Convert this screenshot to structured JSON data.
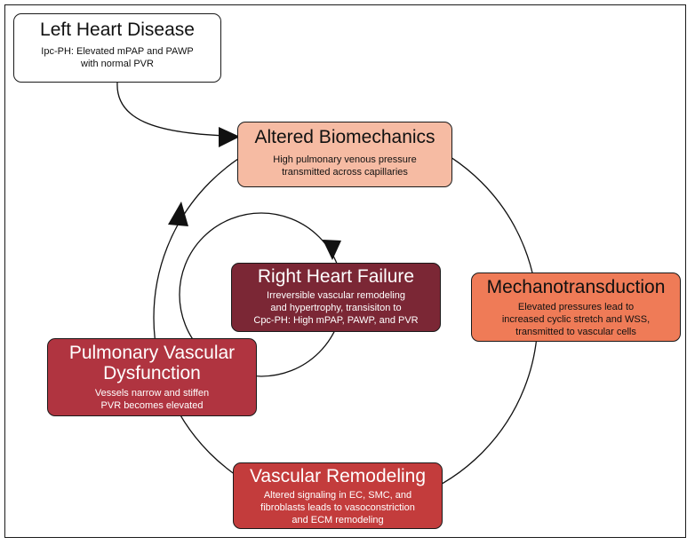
{
  "nodes": {
    "left_heart_disease": {
      "title": "Left Heart Disease",
      "text": "Ipc-PH: Elevated mPAP and PAWP\nwith normal PVR"
    },
    "altered_biomechanics": {
      "title": "Altered Biomechanics",
      "text": "High pulmonary venous pressure\ntransmitted across capillaries"
    },
    "mechanotransduction": {
      "title": "Mechanotransduction",
      "text": "Elevated pressures lead to\nincreased cyclic stretch and WSS,\ntransmitted to vascular cells"
    },
    "right_heart_failure": {
      "title": "Right Heart Failure",
      "text": "Irreversible vascular remodeling\nand hypertrophy, transisiton to\nCpc-PH: High mPAP, PAWP, and PVR"
    },
    "pulmonary_vascular_dysfunction": {
      "title": "Pulmonary Vascular\nDysfunction",
      "text": "Vessels narrow and stiffen\nPVR becomes elevated"
    },
    "vascular_remodeling": {
      "title": "Vascular Remodeling",
      "text": "Altered signaling in EC, SMC, and\nfibroblasts leads to vasoconstriction\nand ECM remodeling"
    }
  },
  "colors": {
    "left_heart_disease": "#ffffff",
    "altered_biomechanics": "#f6bba3",
    "mechanotransduction": "#ef7b57",
    "right_heart_failure": "#7b2735",
    "pulmonary_vascular_dysfunction": "#b03440",
    "vascular_remodeling": "#c33c3c"
  }
}
